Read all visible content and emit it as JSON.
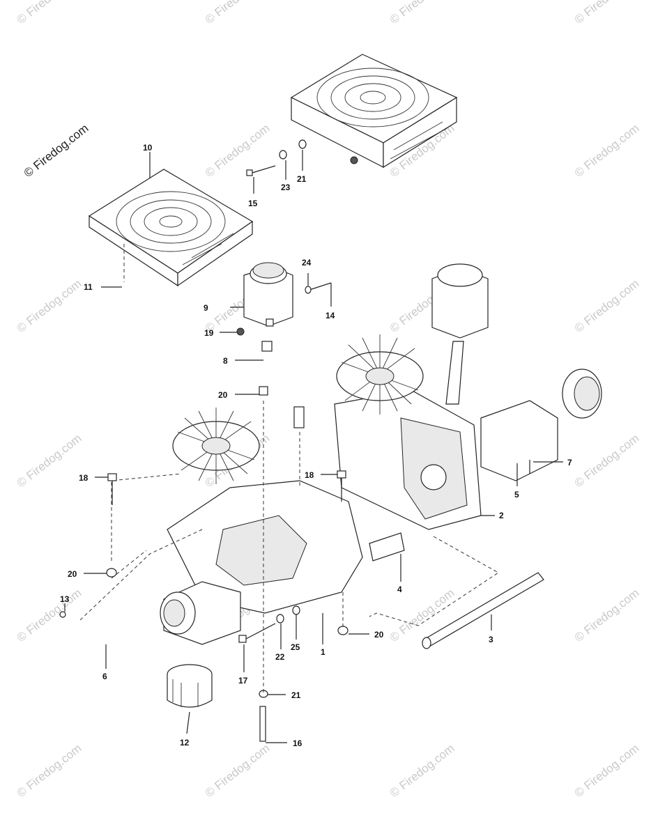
{
  "copyright": "© Firedog.com",
  "watermark": "© Firedog.com",
  "callouts": [
    {
      "id": "c1",
      "label": "1"
    },
    {
      "id": "c2",
      "label": "2"
    },
    {
      "id": "c3",
      "label": "3"
    },
    {
      "id": "c4",
      "label": "4"
    },
    {
      "id": "c5",
      "label": "5"
    },
    {
      "id": "c6",
      "label": "6"
    },
    {
      "id": "c7",
      "label": "7"
    },
    {
      "id": "c8",
      "label": "8"
    },
    {
      "id": "c9",
      "label": "9"
    },
    {
      "id": "c10",
      "label": "10"
    },
    {
      "id": "c11",
      "label": "11"
    },
    {
      "id": "c12",
      "label": "12"
    },
    {
      "id": "c13",
      "label": "13"
    },
    {
      "id": "c14",
      "label": "14"
    },
    {
      "id": "c15",
      "label": "15"
    },
    {
      "id": "c16",
      "label": "16"
    },
    {
      "id": "c17",
      "label": "17"
    },
    {
      "id": "c18a",
      "label": "18"
    },
    {
      "id": "c18b",
      "label": "18"
    },
    {
      "id": "c19",
      "label": "19"
    },
    {
      "id": "c20a",
      "label": "20"
    },
    {
      "id": "c20b",
      "label": "20"
    },
    {
      "id": "c20c",
      "label": "20"
    },
    {
      "id": "c21a",
      "label": "21"
    },
    {
      "id": "c21b",
      "label": "21"
    },
    {
      "id": "c22",
      "label": "22"
    },
    {
      "id": "c23",
      "label": "23"
    },
    {
      "id": "c24",
      "label": "24"
    },
    {
      "id": "c25",
      "label": "25"
    }
  ]
}
